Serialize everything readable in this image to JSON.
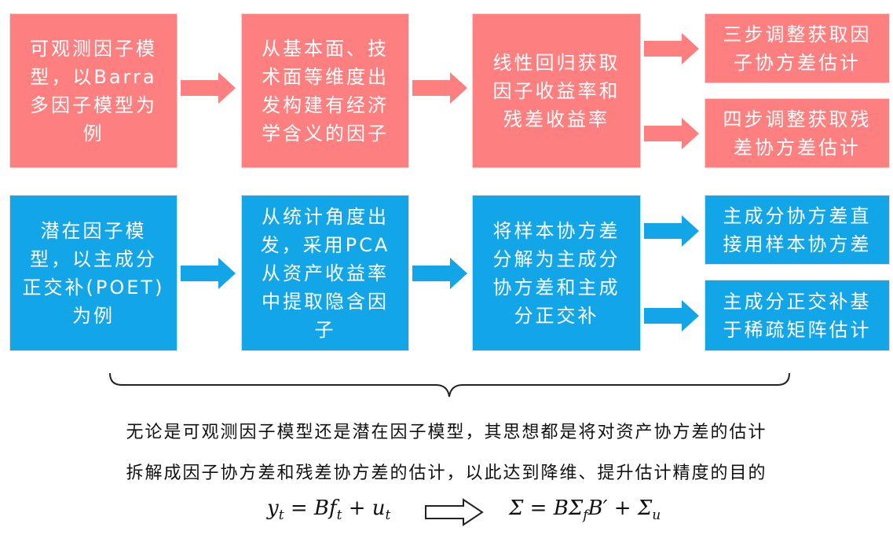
{
  "colors": {
    "pink": "#fe7f7f",
    "blue": "#12a6e8"
  },
  "observable": {
    "model": "可观测因子模型，以Barra多因子模型为例",
    "construct": "从基本面、技术面等维度出发构建有经济学含义的因子",
    "regression": "线性回归获取因子收益率和残差收益率",
    "factor_cov": "三步调整获取因子协方差估计",
    "resid_cov": "四步调整获取残差协方差估计"
  },
  "latent": {
    "model": "潜在因子模型，以主成分正交补(POET)为例",
    "construct": "从统计角度出发，采用PCA从资产收益率中提取隐含因子",
    "decompose": "将样本协方差分解为主成分协方差和主成分正交补",
    "pc_cov": "主成分协方差直接用样本协方差",
    "orth_cov": "主成分正交补基于稀疏矩阵估计"
  },
  "summary": {
    "line1": "无论是可观测因子模型还是潜在因子模型，其思想都是将对资产协方差的估计",
    "line2": "拆解成因子协方差和残差协方差的估计，以此达到降维、提升估计精度的目的"
  },
  "formula": {
    "left": "y_t = Bf_t + u_t",
    "right": "Σ = BΣ_f B′ + Σ_u"
  }
}
